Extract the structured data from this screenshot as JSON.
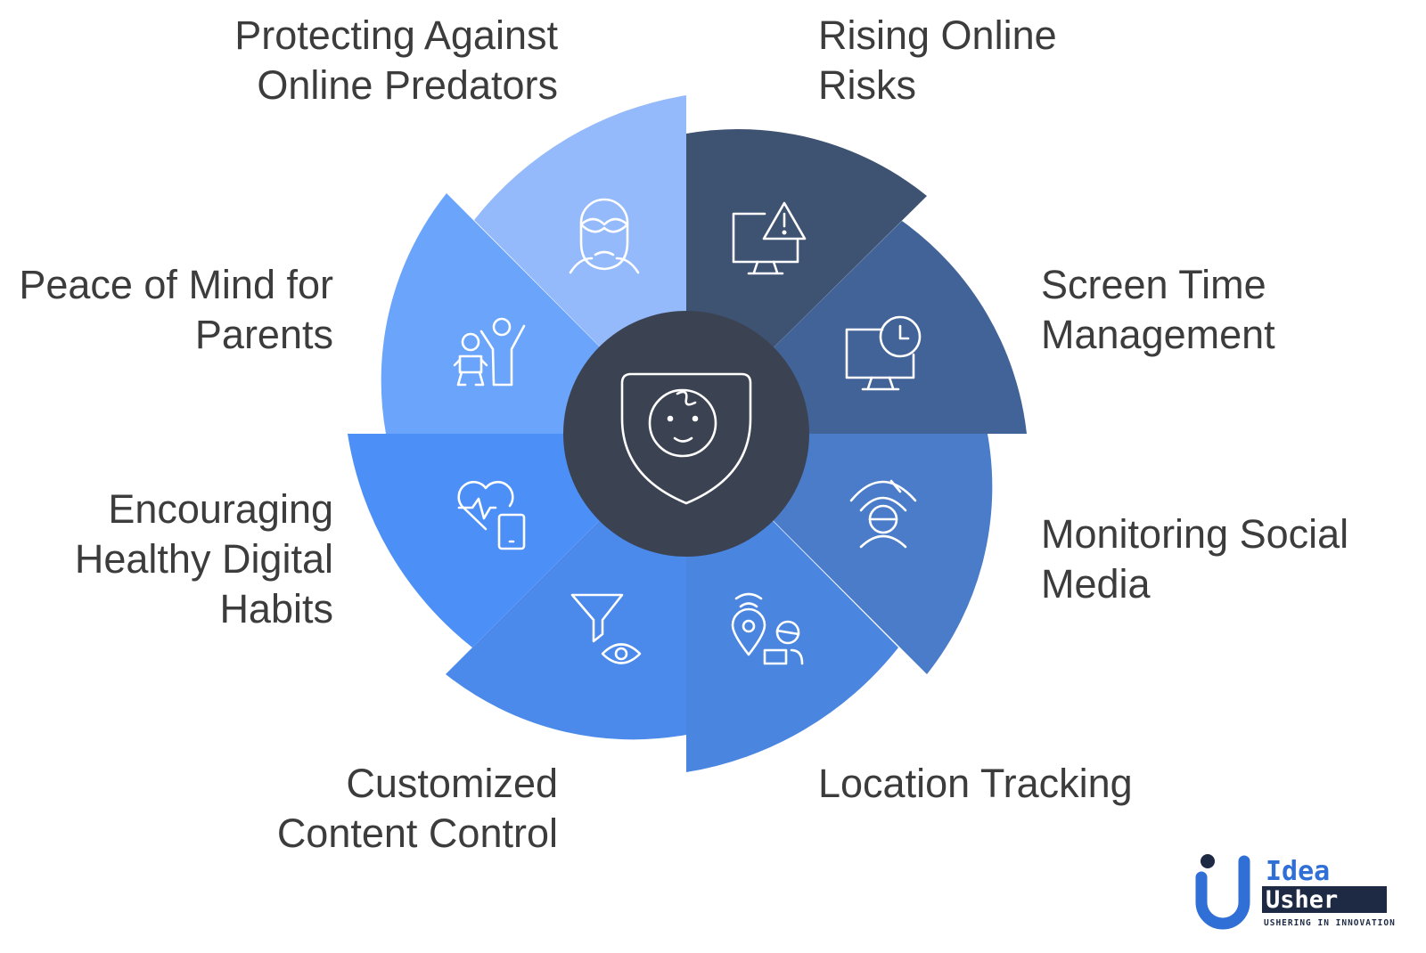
{
  "segments": [
    {
      "id": "rising-online-risks",
      "lines": [
        "Rising Online",
        "Risks"
      ],
      "color": "#3e5272",
      "icon": "monitor-warning-icon"
    },
    {
      "id": "screen-time-management",
      "lines": [
        "Screen Time",
        "Management"
      ],
      "color": "#426398",
      "icon": "monitor-clock-icon"
    },
    {
      "id": "monitoring-social-media",
      "lines": [
        "Monitoring Social",
        "Media"
      ],
      "color": "#4a7cc9",
      "icon": "user-signal-icon"
    },
    {
      "id": "location-tracking",
      "lines": [
        "Location Tracking"
      ],
      "color": "#4a85e0",
      "icon": "location-user-icon"
    },
    {
      "id": "customized-content-control",
      "lines": [
        "Customized",
        "Content Control"
      ],
      "color": "#4b89ea",
      "icon": "filter-eye-icon"
    },
    {
      "id": "encouraging-healthy-digital-habits",
      "lines": [
        "Encouraging",
        "Healthy Digital",
        "Habits"
      ],
      "color": "#4c8ff6",
      "icon": "heart-phone-icon"
    },
    {
      "id": "peace-of-mind-for-parents",
      "lines": [
        "Peace of Mind for",
        "Parents"
      ],
      "color": "#6aa4fb",
      "icon": "parent-child-icon"
    },
    {
      "id": "protecting-against-online-predators",
      "lines": [
        "Protecting Against",
        "Online Predators"
      ],
      "color": "#94bafb",
      "icon": "masked-person-icon"
    }
  ],
  "center": {
    "color": "#3b4252",
    "icon": "shield-baby-icon"
  },
  "logo": {
    "word1": "Idea",
    "word2": "Usher",
    "tagline": "USHERING IN INNOVATION",
    "accent": "#2f6fd6",
    "dark": "#1e2a44"
  }
}
